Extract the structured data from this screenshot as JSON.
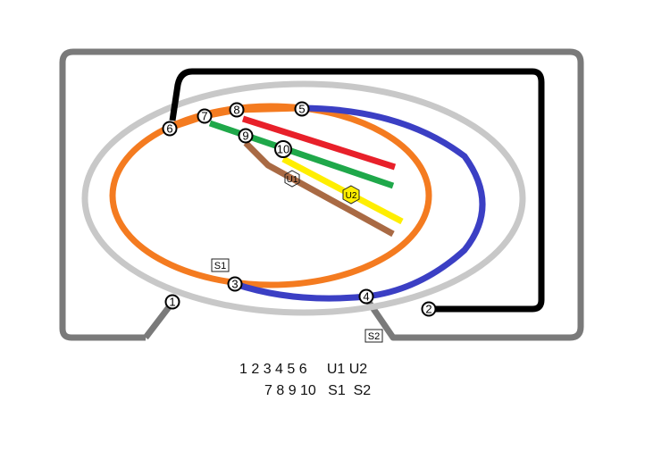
{
  "colors": {
    "frame": "#7a7a7a",
    "ellipse": "#c8c8c8",
    "orange": "#f47b20",
    "blue": "#3b3fc4",
    "black": "#000000",
    "red": "#e8202a",
    "green": "#1fa84a",
    "yellow": "#ffee00",
    "brown": "#a96a44"
  },
  "nodes": [
    {
      "label": "1"
    },
    {
      "label": "2"
    },
    {
      "label": "3"
    },
    {
      "label": "4"
    },
    {
      "label": "5"
    },
    {
      "label": "6"
    },
    {
      "label": "7"
    },
    {
      "label": "8"
    },
    {
      "label": "9"
    },
    {
      "label": "10"
    }
  ],
  "markers": {
    "u1": "U1",
    "u2": "U2",
    "s1": "S1",
    "s2": "S2"
  },
  "legend": {
    "line1": "1 2 3 4 5 6     U1 U2",
    "line2": "7 8 9 10   S1  S2"
  }
}
